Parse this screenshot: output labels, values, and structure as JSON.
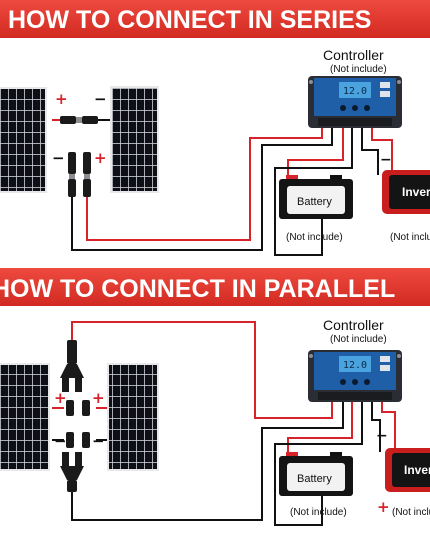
{
  "series_section": {
    "title": "HOW TO CONNECT IN SERIES",
    "controller_label": "Controller",
    "controller_note": "(Not include)",
    "battery_label": "Battery",
    "battery_note": "(Not include)",
    "inverter_label": "Inverter",
    "inverter_note": "(Not include)",
    "lcd_readout": "12.0",
    "plus_sign": "+",
    "minus_sign": "−"
  },
  "parallel_section": {
    "title": "HOW TO CONNECT IN PARALLEL",
    "controller_label": "Controller",
    "controller_note": "(Not include)",
    "battery_label": "Battery",
    "battery_note": "(Not include)",
    "inverter_label": "Inverter",
    "inverter_note": "(Not include)",
    "lcd_readout": "12.0",
    "plus_sign": "+",
    "minus_sign": "−"
  },
  "colors": {
    "banner_red": "#e0342c",
    "wire_red": "#d8232a",
    "wire_black": "#111111",
    "panel_cell": "#0d0d12",
    "controller_blue": "#1f5fa8",
    "lcd_blue": "#4aa3df",
    "inverter_red": "#c81e1e"
  }
}
